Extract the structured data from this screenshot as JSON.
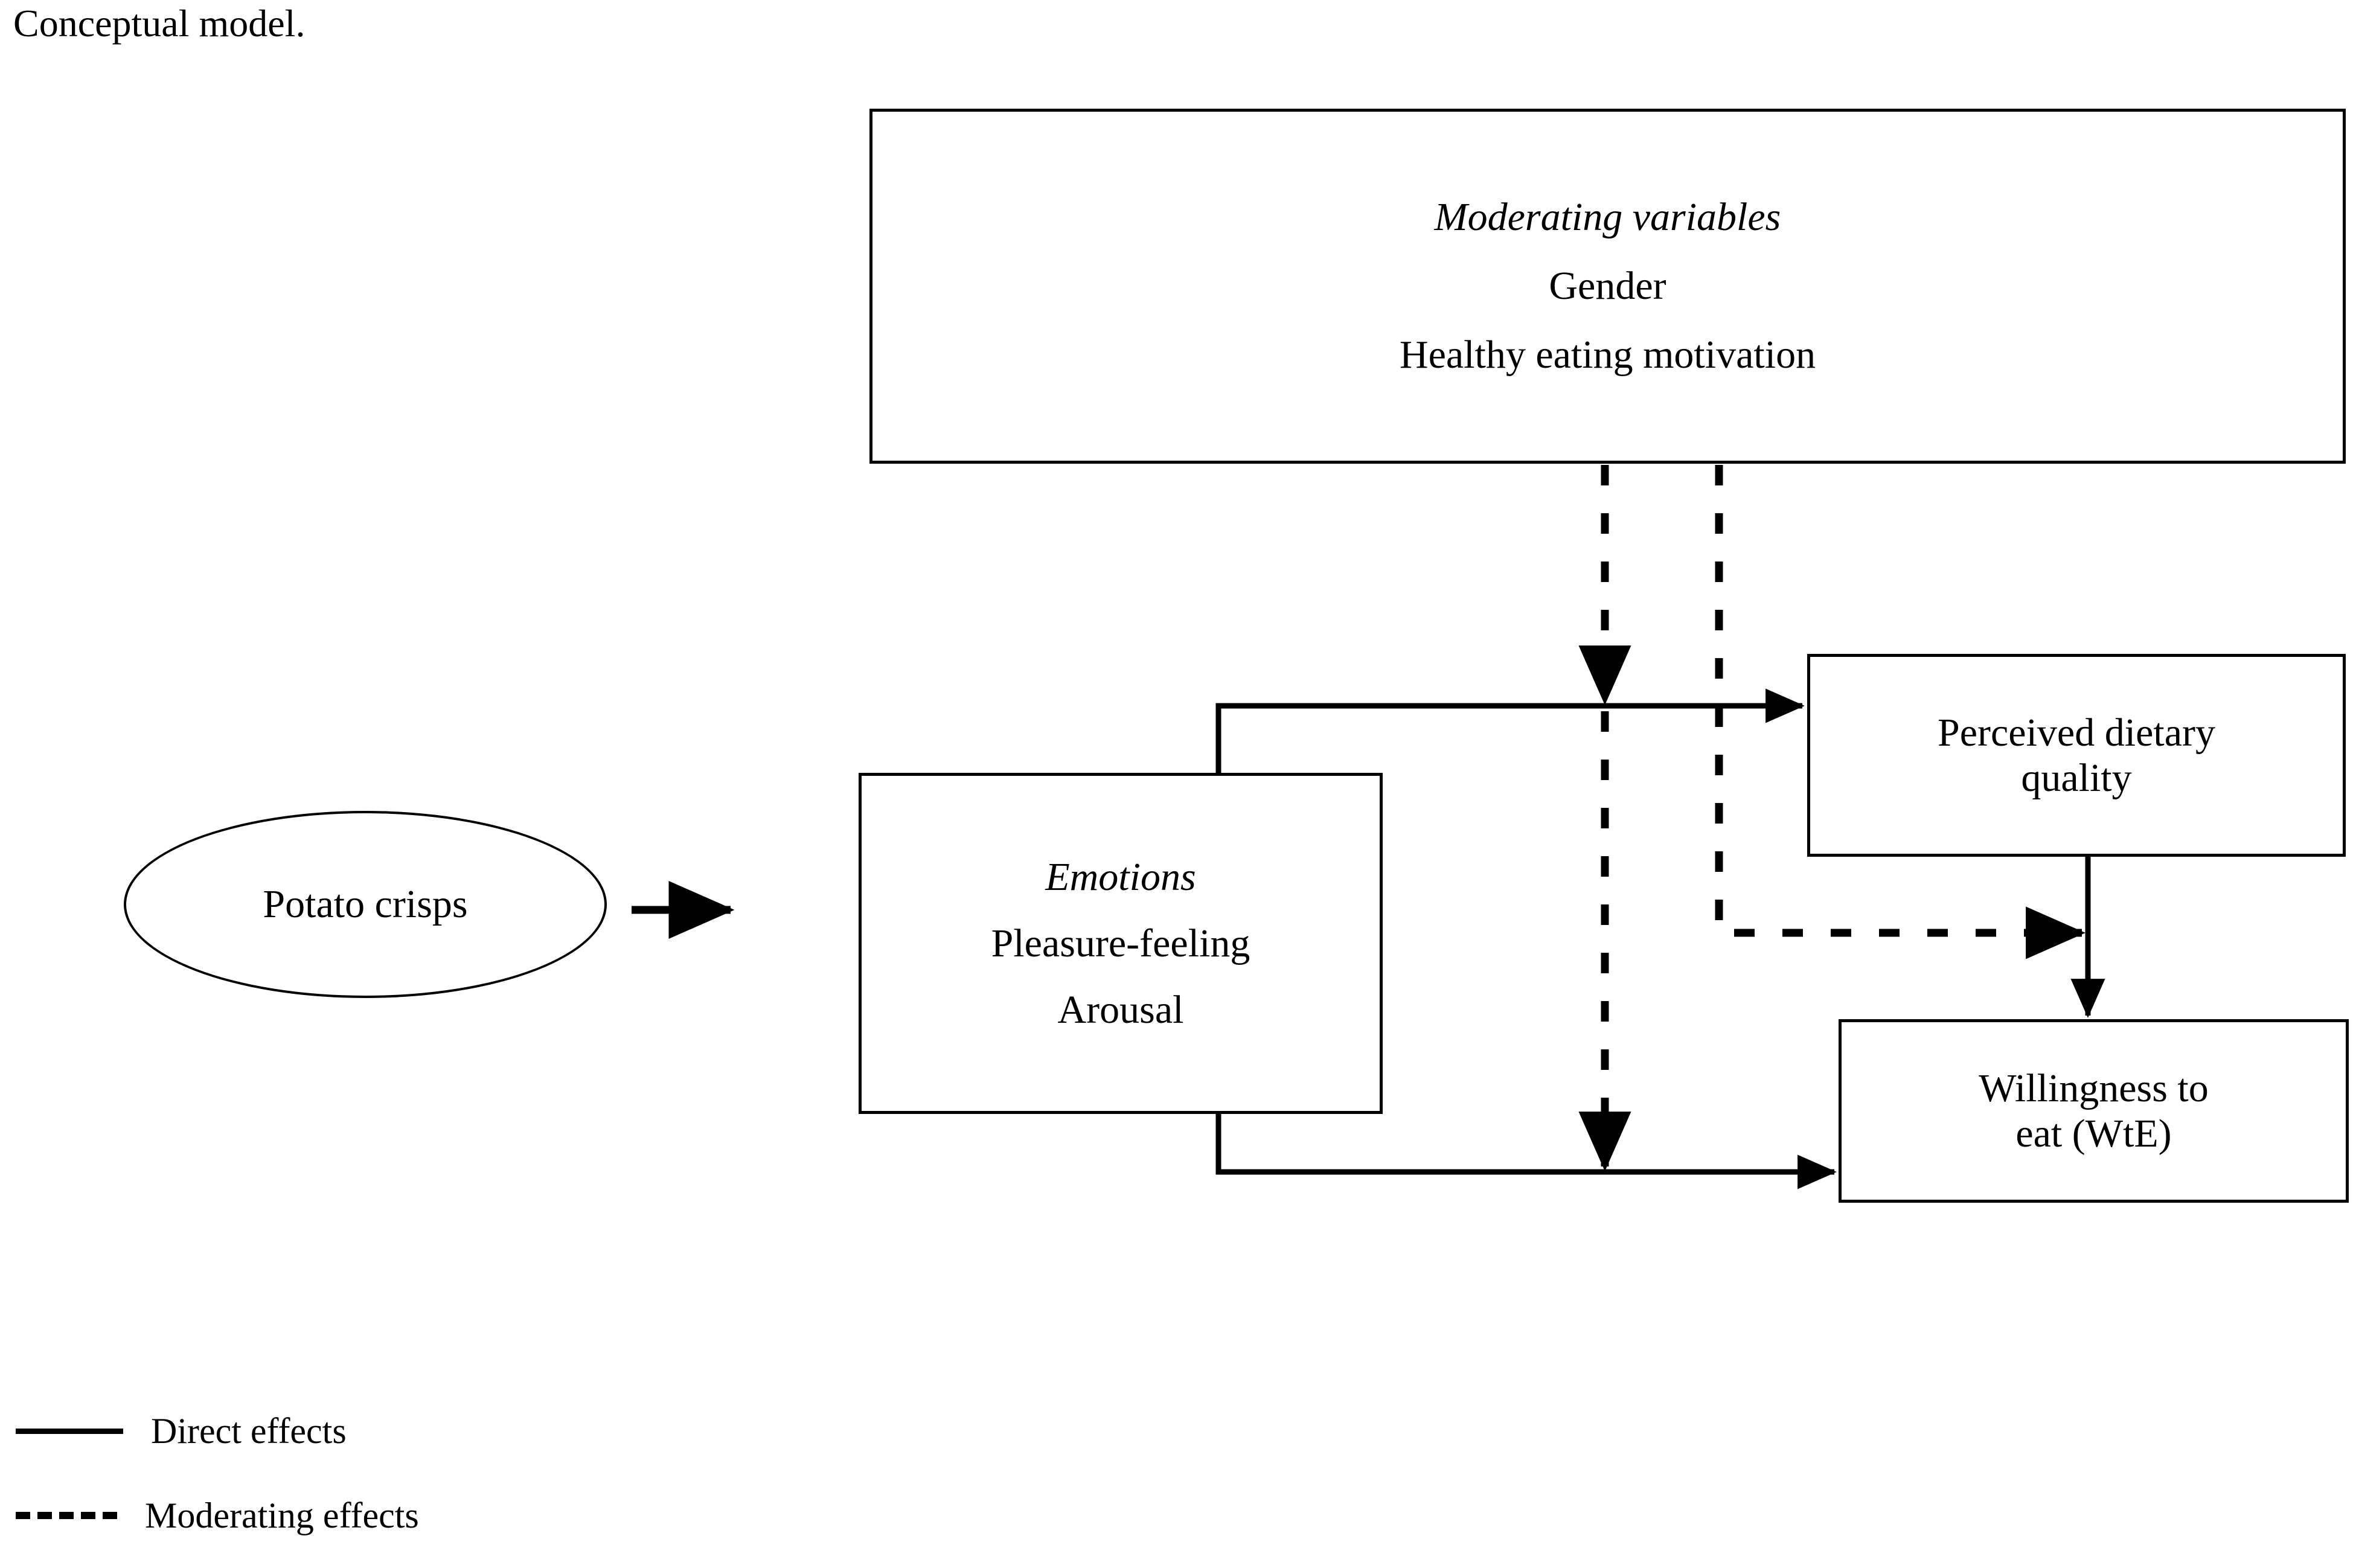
{
  "caption": "Conceptual model.",
  "diagram": {
    "nodes": {
      "moderating": {
        "title": "Moderating variables",
        "items": [
          "Gender",
          "Healthy eating motivation"
        ]
      },
      "potato": {
        "label": "Potato crisps"
      },
      "emotions": {
        "title": "Emotions",
        "items": [
          "Pleasure-feeling",
          "Arousal"
        ]
      },
      "perceived_dietary_quality": {
        "line1": "Perceived dietary",
        "line2": "quality"
      },
      "willingness_to_eat": {
        "line1": "Willingness to",
        "line2": "eat (WtE)"
      }
    },
    "edges": [
      {
        "from": "potato",
        "to": "emotions",
        "style": "solid"
      },
      {
        "from": "emotions",
        "to": "perceived_dietary_quality",
        "style": "solid"
      },
      {
        "from": "emotions",
        "to": "willingness_to_eat",
        "style": "solid"
      },
      {
        "from": "perceived_dietary_quality",
        "to": "willingness_to_eat",
        "style": "solid"
      },
      {
        "from": "moderating",
        "to": "emotions-to-perceived_dietary_quality",
        "style": "dashed"
      },
      {
        "from": "moderating",
        "to": "emotions-to-willingness_to_eat",
        "style": "dashed"
      },
      {
        "from": "moderating",
        "to": "perceived_dietary_quality-to-willingness_to_eat",
        "style": "dashed"
      }
    ]
  },
  "legend": {
    "items": [
      {
        "style": "solid",
        "label": "Direct effects"
      },
      {
        "style": "dashed",
        "label": "Moderating effects"
      }
    ]
  },
  "colors": {
    "stroke": "#000000",
    "background": "#ffffff",
    "text": "#000000"
  }
}
